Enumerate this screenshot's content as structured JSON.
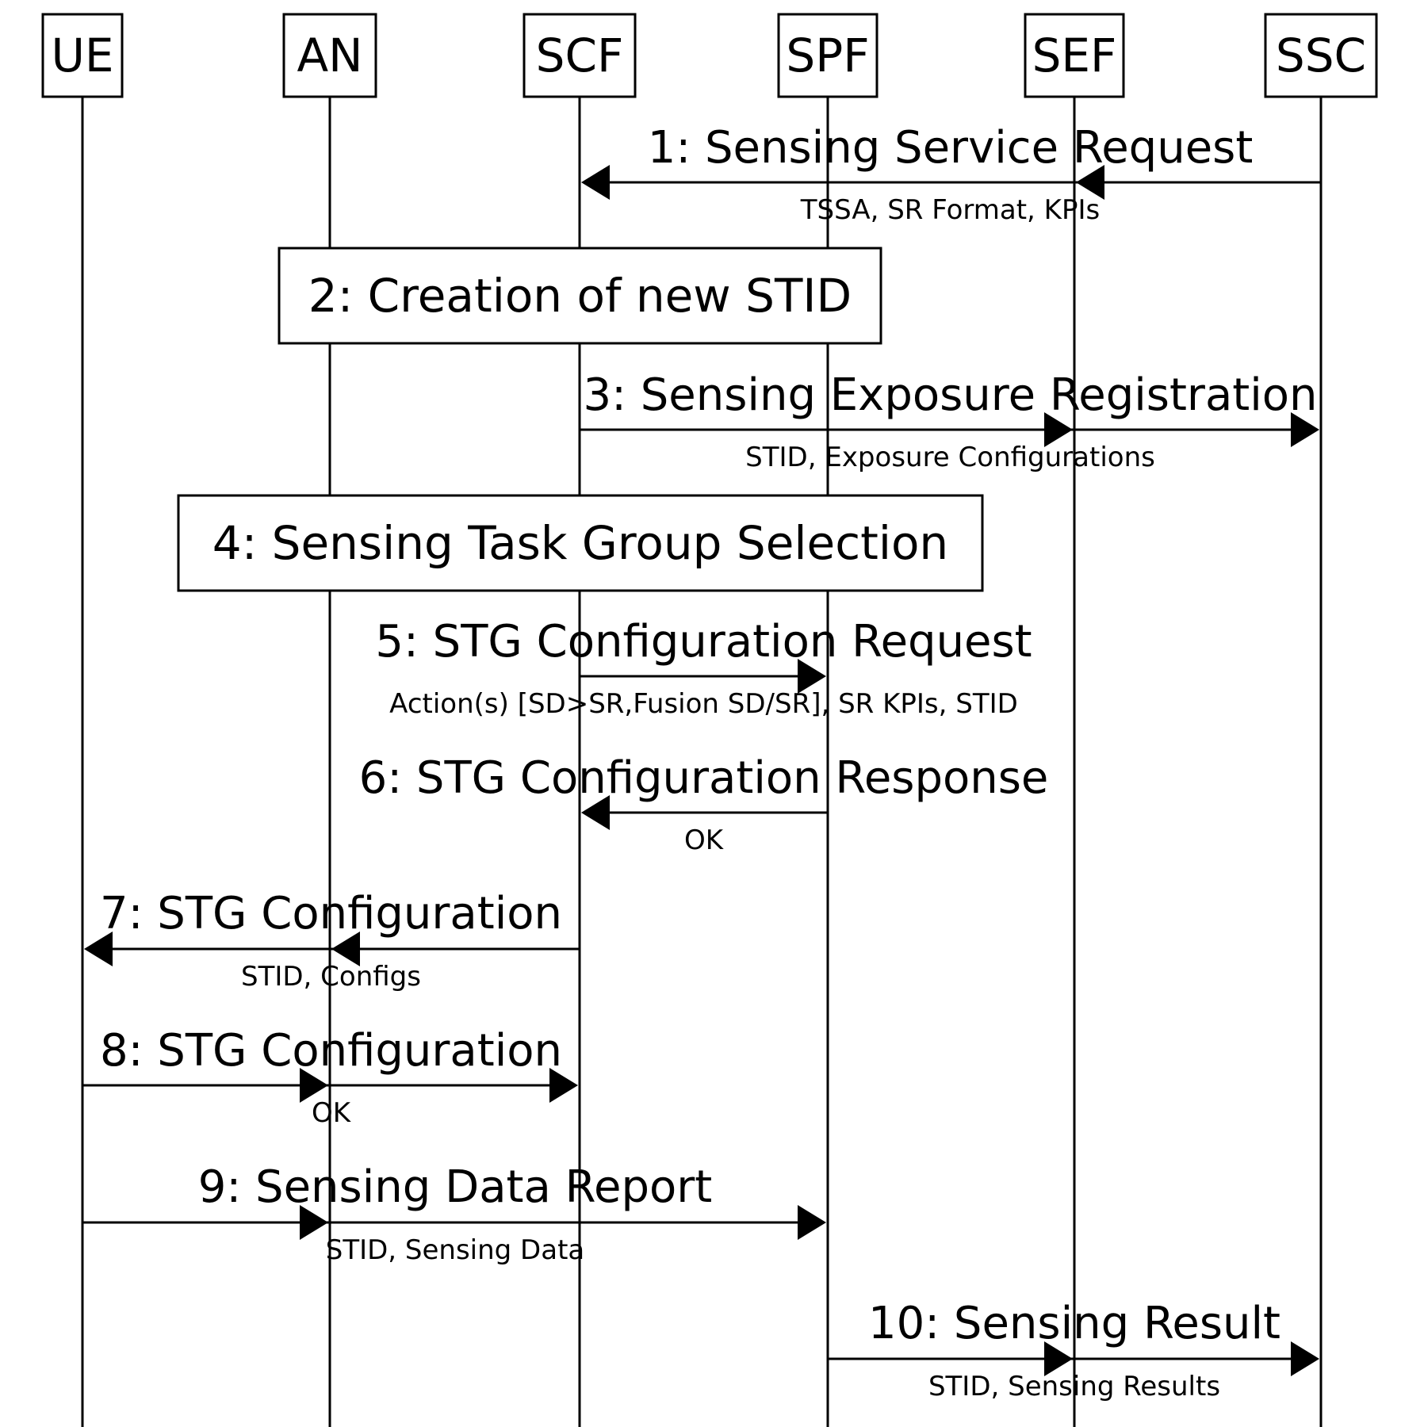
{
  "participants": [
    {
      "id": "UE",
      "label": "UE"
    },
    {
      "id": "AN",
      "label": "AN"
    },
    {
      "id": "SCF",
      "label": "SCF"
    },
    {
      "id": "SPF",
      "label": "SPF"
    },
    {
      "id": "SEF",
      "label": "SEF"
    },
    {
      "id": "SSC",
      "label": "SSC"
    }
  ],
  "steps": [
    {
      "kind": "message",
      "label": "1: Sensing Service Request",
      "params": "TSSA, SR Format, KPIs",
      "from": "SSC",
      "to": "SCF",
      "via": [
        "SEF"
      ]
    },
    {
      "kind": "box",
      "label": "2: Creation of new STID",
      "span": [
        "AN",
        "SPF"
      ]
    },
    {
      "kind": "message",
      "label": "3: Sensing Exposure Registration",
      "params": "STID, Exposure Configurations",
      "from": "SCF",
      "to": "SSC",
      "via": [
        "SEF"
      ]
    },
    {
      "kind": "box",
      "label": "4: Sensing Task Group Selection",
      "span": [
        "AN",
        "SPF"
      ]
    },
    {
      "kind": "message",
      "label": "5: STG Configuration Request",
      "params": "Action(s) [SD>SR,Fusion SD/SR], SR KPIs, STID",
      "from": "SCF",
      "to": "SPF",
      "via": []
    },
    {
      "kind": "message",
      "label": "6: STG Configuration Response",
      "params": "OK",
      "from": "SPF",
      "to": "SCF",
      "via": []
    },
    {
      "kind": "message",
      "label": "7: STG Configuration",
      "params": "STID, Configs",
      "from": "SCF",
      "to": "UE",
      "via": [
        "AN"
      ]
    },
    {
      "kind": "message",
      "label": "8: STG Configuration",
      "params": "OK",
      "from": "UE",
      "to": "SCF",
      "via": [
        "AN"
      ]
    },
    {
      "kind": "message",
      "label": "9: Sensing Data Report",
      "params": "STID, Sensing Data",
      "from": "UE",
      "to": "SPF",
      "via": [
        "AN"
      ]
    },
    {
      "kind": "message",
      "label": "10: Sensing Result",
      "params": "STID, Sensing Results",
      "from": "SPF",
      "to": "SSC",
      "via": [
        "SEF"
      ]
    }
  ],
  "colors": {
    "line": "#000000",
    "background": "#ffffff"
  }
}
